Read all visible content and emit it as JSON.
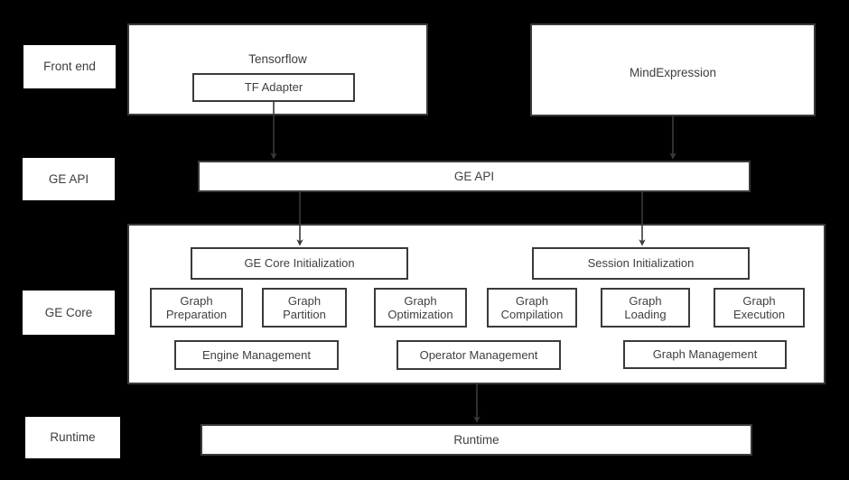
{
  "diagram": {
    "background_color": "#000000",
    "box_fill": "#ffffff",
    "box_border": "#3a3a3a",
    "text_color": "#3d3d3d",
    "arrow_color": "#3a3a3a"
  },
  "rail": {
    "labels": [
      {
        "id": "front-end",
        "text": "Front end"
      },
      {
        "id": "ge-api",
        "text": "GE API"
      },
      {
        "id": "ge-core",
        "text": "GE Core"
      },
      {
        "id": "runtime",
        "text": "Runtime"
      }
    ]
  },
  "frontend": {
    "tensorflow": {
      "title": "Tensorflow",
      "adapter": "TF Adapter"
    },
    "mindexpression": {
      "title": "MindExpression"
    }
  },
  "ge_api": {
    "bar_label": "GE API"
  },
  "ge_core": {
    "init_boxes": [
      {
        "id": "ge-core-initialization",
        "text": "GE Core Initialization"
      },
      {
        "id": "session-initialization",
        "text": "Session Initialization"
      }
    ],
    "stage_boxes": [
      {
        "id": "graph-preparation",
        "text": "Graph\nPreparation"
      },
      {
        "id": "graph-partition",
        "text": "Graph\nPartition"
      },
      {
        "id": "graph-optimization",
        "text": "Graph\nOptimization"
      },
      {
        "id": "graph-compilation",
        "text": "Graph\nCompilation"
      },
      {
        "id": "graph-loading",
        "text": "Graph\nLoading"
      },
      {
        "id": "graph-execution",
        "text": "Graph\nExecution"
      }
    ],
    "management_boxes": [
      {
        "id": "engine-management",
        "text": "Engine Management"
      },
      {
        "id": "operator-management",
        "text": "Operator Management"
      },
      {
        "id": "graph-management",
        "text": "Graph Management"
      }
    ]
  },
  "runtime": {
    "bar_label": "Runtime"
  }
}
